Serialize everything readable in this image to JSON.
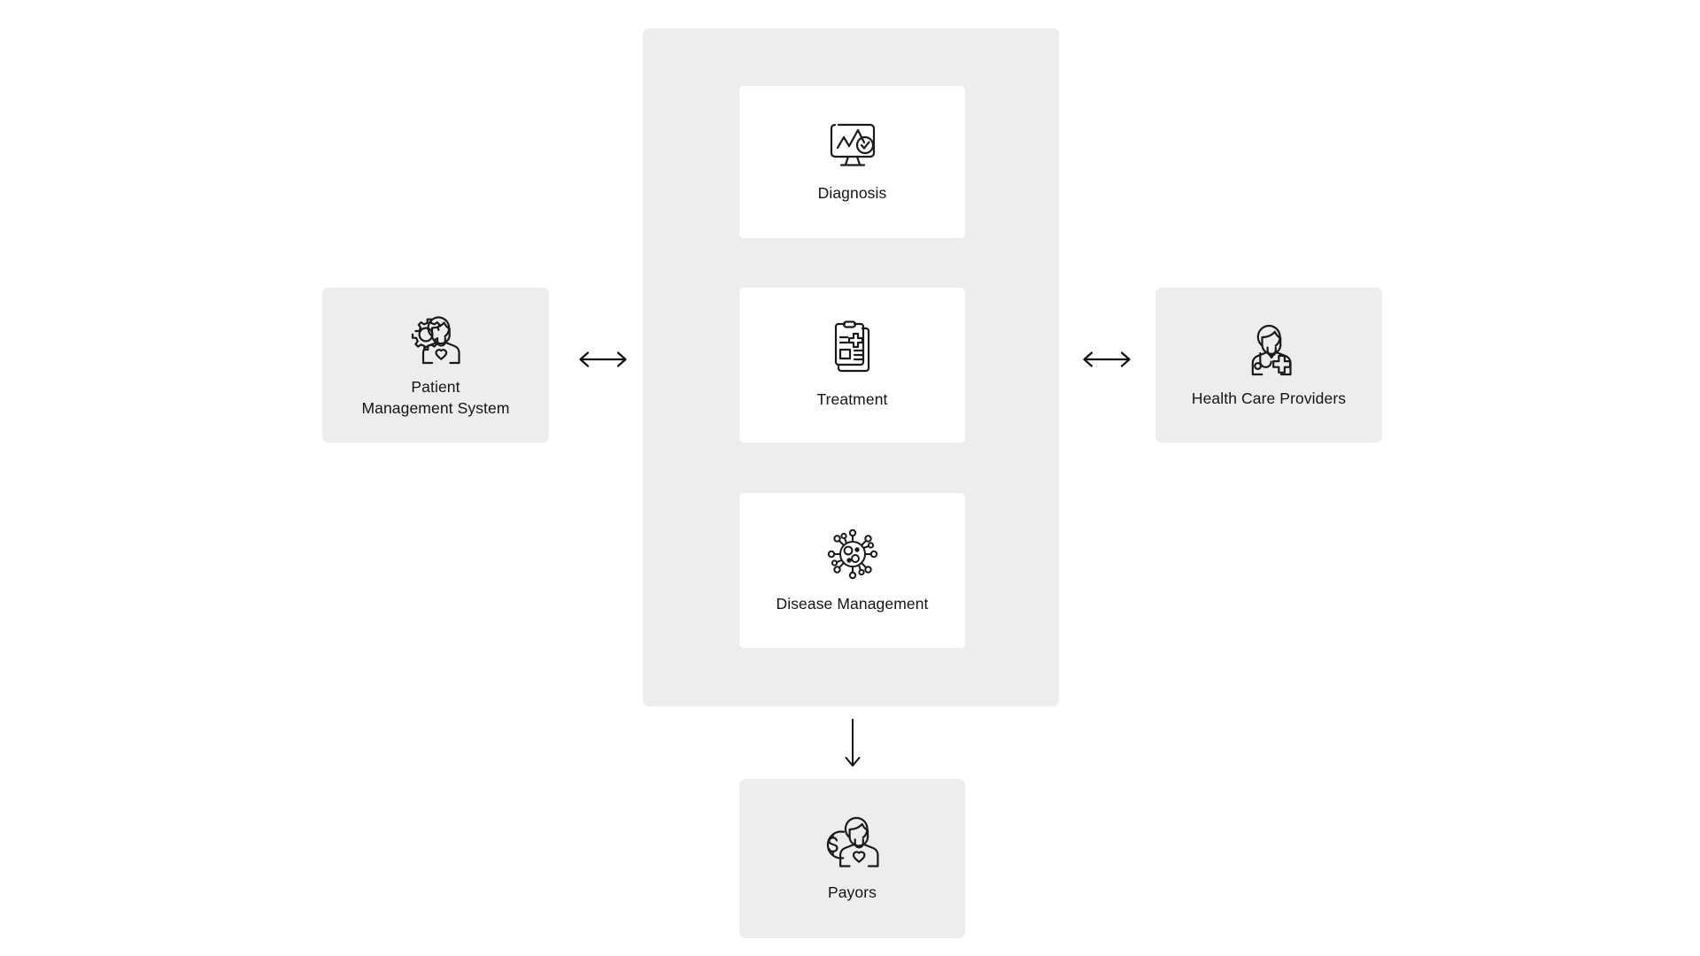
{
  "diagram": {
    "type": "flow-diagram",
    "background_color": "#ffffff",
    "node_fill_color": "#ededed",
    "card_fill_color": "#ffffff",
    "text_color": "#141414",
    "core_panel": {
      "name": "core-process-panel",
      "cards": [
        {
          "id": "diagnosis",
          "label": "Diagnosis",
          "icon": "monitor-chart-check-icon"
        },
        {
          "id": "treatment",
          "label": "Treatment",
          "icon": "clipboard-medical-cross-icon"
        },
        {
          "id": "disease-management",
          "label": "Disease Management",
          "icon": "virus-germ-icon"
        }
      ]
    },
    "left_node": {
      "id": "patient-management-system",
      "label": "Patient\nManagement System",
      "icon": "person-heart-gear-icon"
    },
    "right_node": {
      "id": "health-care-providers",
      "label": "Health Care Providers",
      "icon": "doctor-stethoscope-cross-icon"
    },
    "bottom_node": {
      "id": "payors",
      "label": "Payors",
      "icon": "person-heart-dollar-coin-icon"
    },
    "connectors": [
      {
        "id": "left-connector",
        "glyph": "↔",
        "direction": "bidirectional",
        "from": "patient-management-system",
        "to": "core-process-panel"
      },
      {
        "id": "right-connector",
        "glyph": "↔",
        "direction": "bidirectional",
        "from": "core-process-panel",
        "to": "health-care-providers"
      },
      {
        "id": "bottom-connector",
        "glyph": "↓",
        "direction": "downward",
        "from": "core-process-panel",
        "to": "payors"
      }
    ]
  }
}
